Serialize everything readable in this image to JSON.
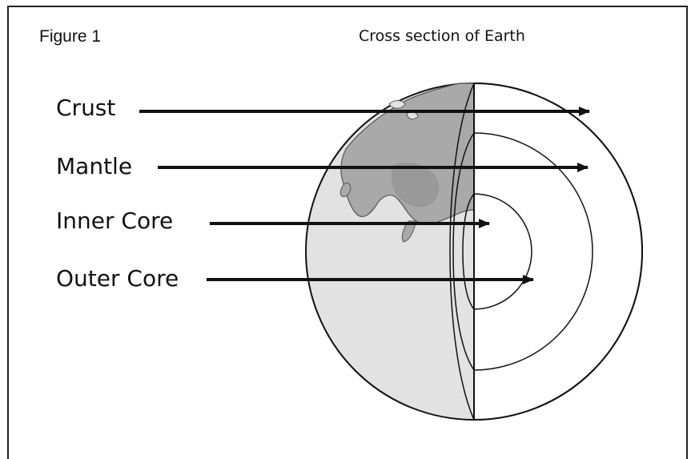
{
  "figure": {
    "label": "Figure 1",
    "title": "Cross section of Earth"
  },
  "layers": [
    {
      "id": "crust",
      "label": "Crust"
    },
    {
      "id": "mantle",
      "label": "Mantle"
    },
    {
      "id": "inner_core",
      "label": "Inner Core"
    },
    {
      "id": "outer_core",
      "label": "Outer Core"
    }
  ],
  "colors": {
    "outline": "#111111",
    "earth_surface": "#e2e2e2",
    "land": "#a9a9a9",
    "land_shadow": "#8f8f8f",
    "cut_face": "#ffffff"
  }
}
